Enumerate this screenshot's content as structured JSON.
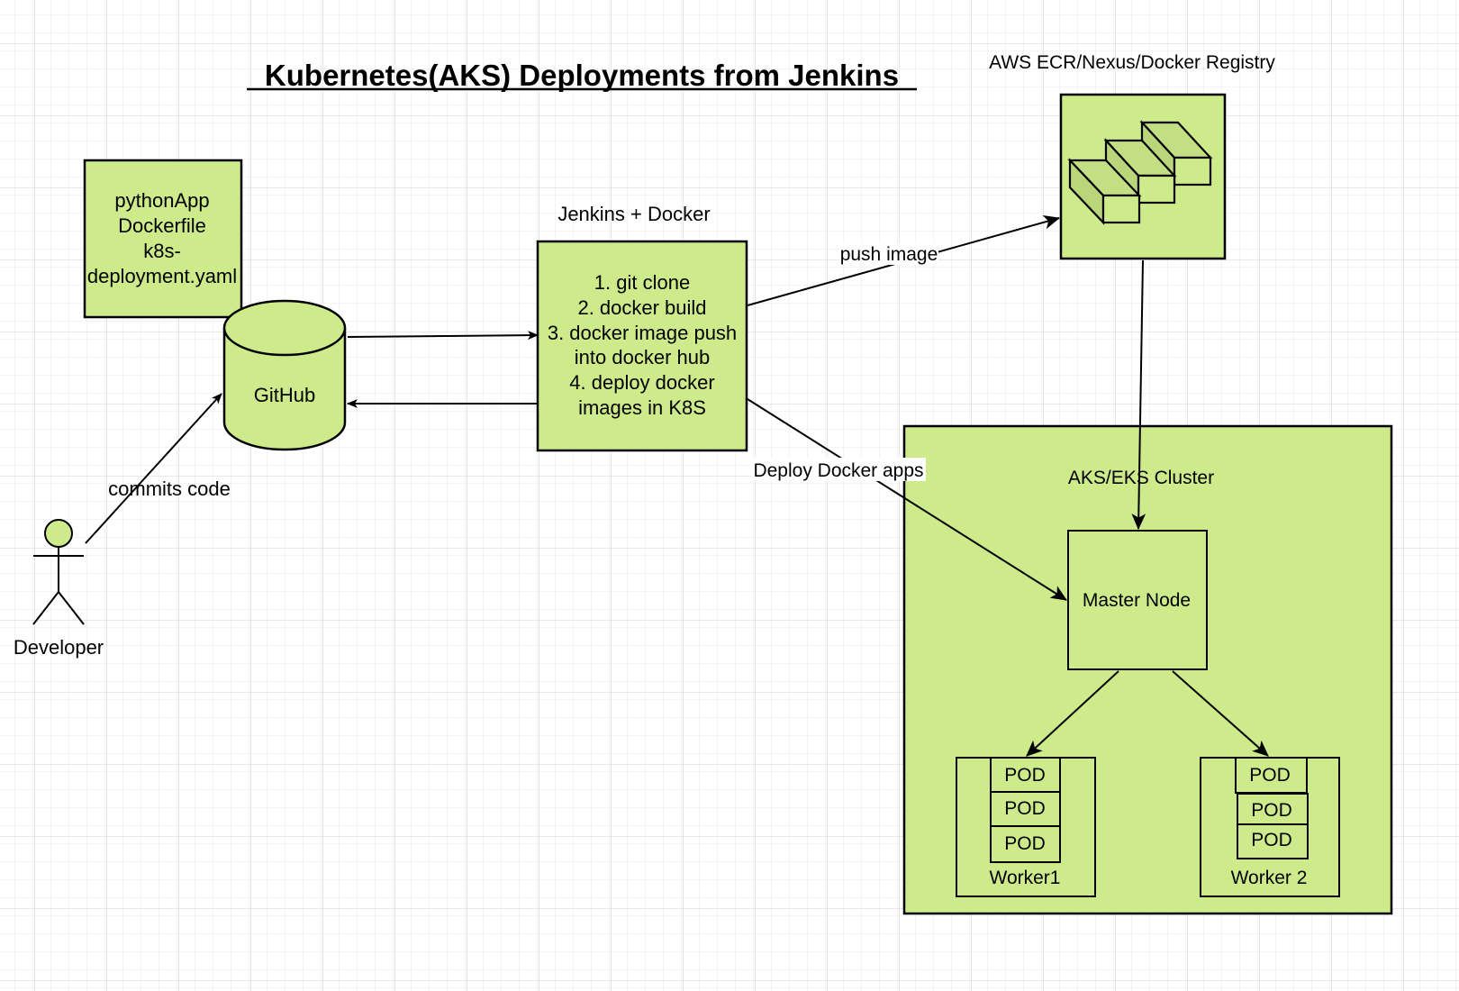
{
  "diagram": {
    "title": "Kubernetes(AKS) Deployments from Jenkins",
    "colors": {
      "node_fill": "#cdeb8b",
      "node_fill_dark": "#b9d67a",
      "stroke": "#000000",
      "grid_minor": "#f2f2f2",
      "grid_major": "#d0d0d0",
      "background": "#ffffff"
    },
    "nodes": {
      "source_files": {
        "lines": [
          "pythonApp",
          "Dockerfile",
          "k8s-",
          "deployment.yaml"
        ]
      },
      "github": {
        "label": "GitHub",
        "shape": "cylinder"
      },
      "developer": {
        "label": "Developer",
        "shape": "actor"
      },
      "jenkins": {
        "caption": "Jenkins + Docker",
        "lines": [
          "1. git clone",
          "2. docker build",
          "3. docker image push",
          "into docker hub",
          "4. deploy docker",
          "images in K8S"
        ]
      },
      "registry": {
        "caption": "AWS ECR/Nexus/Docker Registry",
        "icon": "container-registry-icon"
      },
      "cluster": {
        "label": "AKS/EKS Cluster",
        "master": {
          "label": "Master Node"
        },
        "workers": [
          {
            "label": "Worker1",
            "pods": [
              "POD",
              "POD",
              "POD"
            ]
          },
          {
            "label": "Worker 2",
            "pods": [
              "POD",
              "POD",
              "POD"
            ]
          }
        ]
      }
    },
    "edges": [
      {
        "from": "developer",
        "to": "github",
        "label": "commits code"
      },
      {
        "from": "github",
        "to": "jenkins",
        "label": ""
      },
      {
        "from": "jenkins",
        "to": "github",
        "label": ""
      },
      {
        "from": "jenkins",
        "to": "registry",
        "label": "push image"
      },
      {
        "from": "jenkins",
        "to": "master",
        "label": "Deploy Docker apps"
      },
      {
        "from": "registry",
        "to": "master",
        "label": ""
      },
      {
        "from": "master",
        "to": "worker1",
        "label": ""
      },
      {
        "from": "master",
        "to": "worker2",
        "label": ""
      }
    ]
  }
}
